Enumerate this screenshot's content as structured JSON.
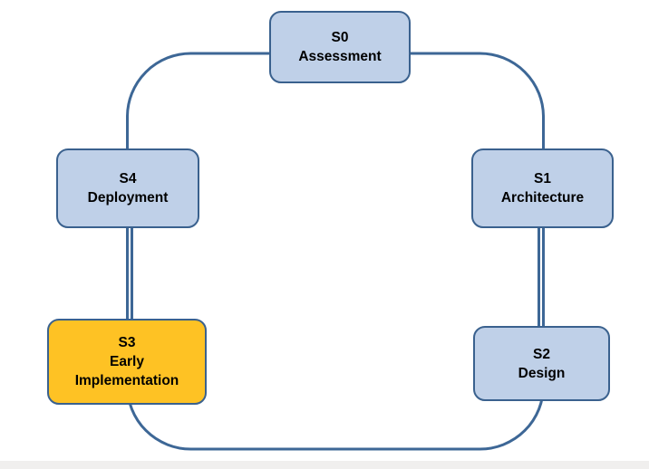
{
  "nodes": {
    "s0": {
      "code": "S0",
      "name": "Assessment"
    },
    "s1": {
      "code": "S1",
      "name": "Architecture"
    },
    "s2": {
      "code": "S2",
      "name": "Design"
    },
    "s3": {
      "code": "S3",
      "name": "Early",
      "name2": "Implementation"
    },
    "s4": {
      "code": "S4",
      "name": "Deployment"
    }
  },
  "colors": {
    "node_fill": "#BFD0E8",
    "node_border": "#3A618E",
    "highlight_fill": "#FEC224",
    "connector": "#3D6796",
    "footer_band": "#F0EFEE",
    "background": "#FFFFFF",
    "text": "#000000"
  }
}
